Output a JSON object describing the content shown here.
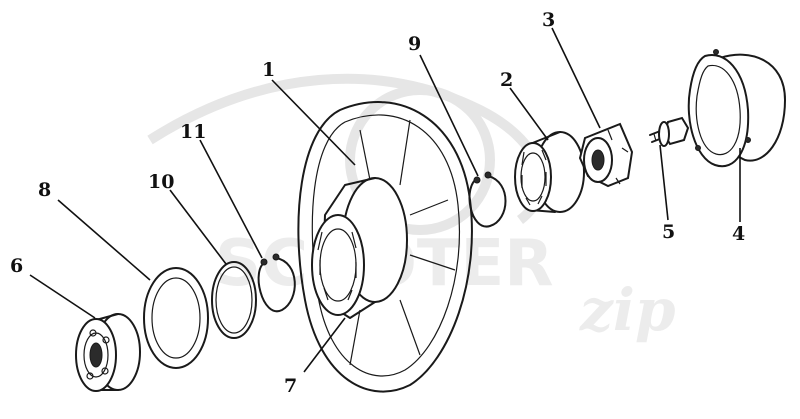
{
  "diagram": {
    "watermark": {
      "brand": "SCOOTER",
      "suffix": "zip"
    },
    "labels": [
      {
        "id": "1",
        "text": "1"
      },
      {
        "id": "2",
        "text": "2"
      },
      {
        "id": "3",
        "text": "3"
      },
      {
        "id": "4",
        "text": "4"
      },
      {
        "id": "5",
        "text": "5"
      },
      {
        "id": "6",
        "text": "6"
      },
      {
        "id": "7",
        "text": "7"
      },
      {
        "id": "8",
        "text": "8"
      },
      {
        "id": "9",
        "text": "9"
      },
      {
        "id": "10",
        "text": "10"
      },
      {
        "id": "11",
        "text": "11"
      }
    ]
  }
}
